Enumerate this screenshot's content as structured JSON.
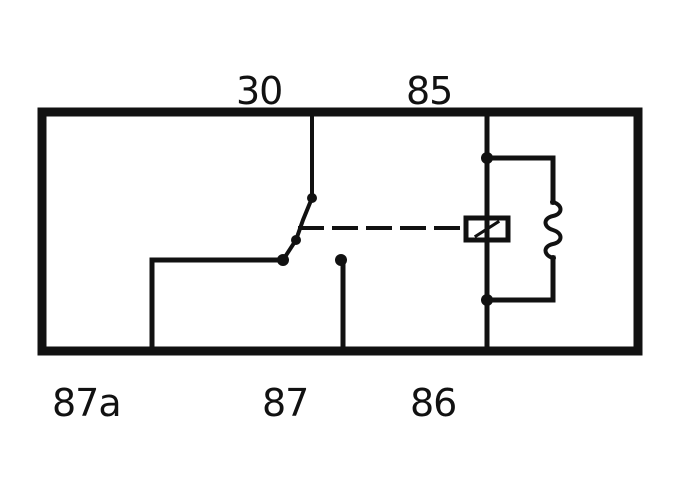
{
  "relay": {
    "pins": {
      "top_left": "30",
      "top_right": "85",
      "bottom_left": "87a",
      "bottom_middle": "87",
      "bottom_right": "86"
    }
  },
  "colors": {
    "line": "#111111",
    "background": "#ffffff"
  }
}
